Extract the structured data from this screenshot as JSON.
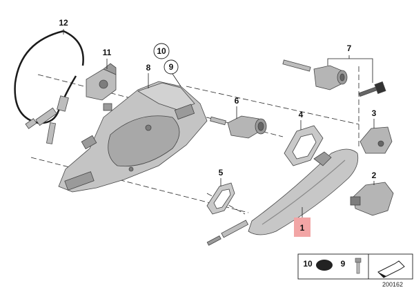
{
  "callouts": {
    "c1": "1",
    "c2": "2",
    "c3": "3",
    "c4": "4",
    "c5": "5",
    "c6": "6",
    "c7": "7",
    "c8": "8",
    "c9": "9",
    "c10": "10",
    "c11": "11",
    "c12": "12"
  },
  "legend": {
    "item_10": "10",
    "item_9": "9"
  },
  "diagram_ref": "200162",
  "colors": {
    "highlight": "#f2a5a5",
    "part_fill": "#bdbdbd",
    "part_dark": "#7d7d7d",
    "line": "#1a1a1a"
  }
}
